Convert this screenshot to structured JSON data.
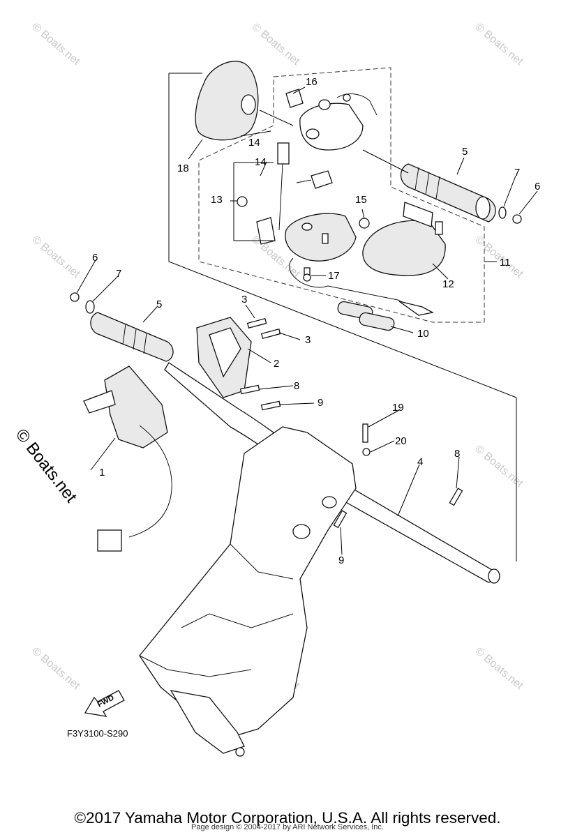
{
  "diagram": {
    "drawing_code": "F3Y3100-S290",
    "direction_arrow": "FWD",
    "watermark_text": "© Boats.net",
    "side_watermark": "© Boats.net",
    "callouts": [
      "1",
      "2",
      "3",
      "3",
      "4",
      "5",
      "5",
      "6",
      "6",
      "7",
      "7",
      "8",
      "8",
      "9",
      "9",
      "10",
      "11",
      "12",
      "13",
      "14",
      "14",
      "15",
      "16",
      "17",
      "18",
      "19",
      "20"
    ]
  },
  "footer": {
    "copyright": "©2017 Yamaha Motor Corporation, U.S.A. All rights reserved.",
    "page_credit": "Page design © 2004-2017 by ARI Network Services, Inc."
  }
}
